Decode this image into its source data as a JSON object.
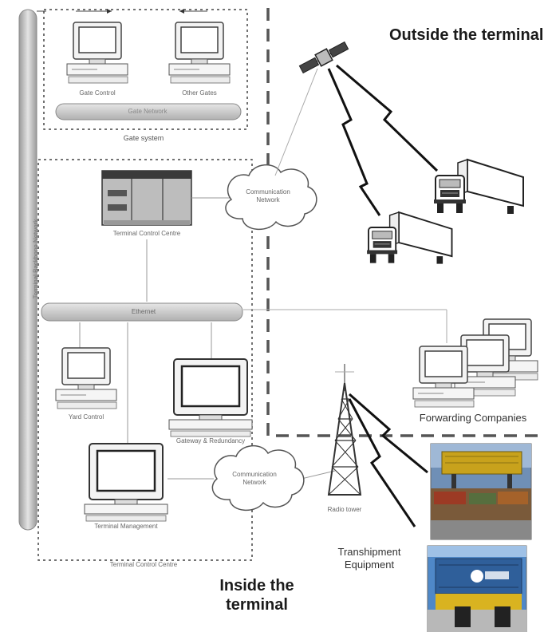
{
  "regions": {
    "outside": "Outside the terminal",
    "inside": "Inside the terminal"
  },
  "gate_system": {
    "title": "Gate system",
    "pc_left": "Gate Control",
    "pc_right": "Other Gates",
    "bus": "Gate Network"
  },
  "backbone": "Terminal Backbone Network",
  "control_centre": {
    "main_unit": "Terminal Control Centre",
    "bottom_caption": "Terminal Control Centre",
    "ethernet": "Ethernet",
    "yard_control": "Yard Control",
    "gateway": "Gateway & Redundancy",
    "terminal_mgmt": "Terminal Management"
  },
  "networks": {
    "upper": "Communication Network",
    "lower": "Communication Network"
  },
  "forwarding": {
    "label": "Forwarding Companies"
  },
  "radio": {
    "label": "Radio tower"
  },
  "transhipment": {
    "label_line1": "Transhipment",
    "label_line2": "Equipment"
  },
  "colors": {
    "line": "#444444",
    "dash": "#555555",
    "monitor_screen": "#ffffff",
    "bus_fill": "#c9c9c9",
    "photo_sky": "#3d6fb0",
    "container_yellow": "#d9b320",
    "container_blue": "#2f5f9a"
  }
}
